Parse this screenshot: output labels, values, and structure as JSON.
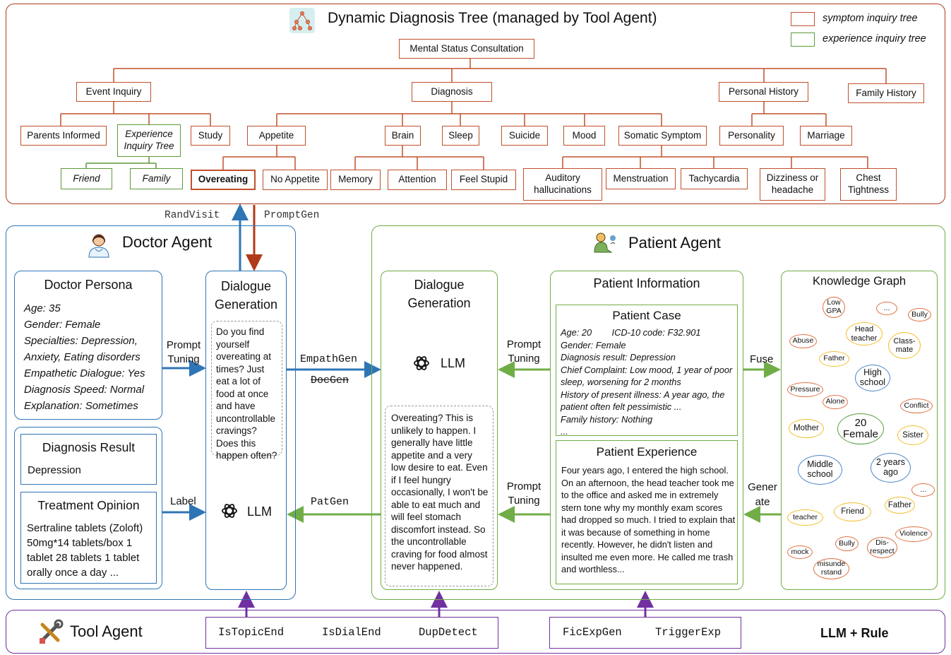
{
  "header": {
    "title": "Dynamic Diagnosis Tree (managed by Tool Agent)",
    "legend": {
      "symptom": "symptom inquiry tree",
      "experience": "experience inquiry tree"
    }
  },
  "tree": {
    "root": "Mental Status Consultation",
    "level1": [
      "Event Inquiry",
      "Diagnosis",
      "Personal History",
      "Family History"
    ],
    "event_children": [
      "Parents Informed",
      "Experience Inquiry Tree",
      "Study"
    ],
    "experience_children": [
      "Friend",
      "Family"
    ],
    "diagnosis_children": [
      "Appetite",
      "Brain",
      "Sleep",
      "Suicide",
      "Mood",
      "Somatic Symptom"
    ],
    "personal_children": [
      "Personality",
      "Marriage"
    ],
    "appetite_children": [
      "Overeating",
      "No Appetite"
    ],
    "brain_children": [
      "Memory",
      "Attention",
      "Feel Stupid"
    ],
    "somatic_children": [
      "Auditory hallucinations",
      "Menstruation",
      "Tachycardia",
      "Dizziness or headache",
      "Chest Tightness"
    ]
  },
  "flow_labels": {
    "randvisit": "RandVisit",
    "promptgen": "PromptGen",
    "prompt_tuning": "Prompt Tuning",
    "label": "Label",
    "empathgen": "EmpathGen",
    "docgen": "DocGen",
    "patgen": "PatGen",
    "fuse": "Fuse",
    "generate": "Gener ate"
  },
  "doctor": {
    "title": "Doctor Agent",
    "persona_title": "Doctor Persona",
    "persona_lines": [
      "Age: 35",
      "Gender: Female",
      "Specialties: Depression,",
      "Anxiety, Eating disorders",
      "Empathetic Dialogue: Yes",
      "Diagnosis Speed: Normal",
      "Explanation: Sometimes"
    ],
    "diagnosis_title": "Diagnosis Result",
    "diagnosis_value": "Depression",
    "treatment_title": "Treatment Opinion",
    "treatment_text": "Sertraline tablets (Zoloft) 50mg*14 tablets/box 1 tablet 28 tablets 1 tablet orally once a day ...",
    "dialogue_title": "Dialogue Generation",
    "dialogue_text": "Do you find yourself overeating at times? Just eat a lot of food at once and have uncontrollable cravings? Does this happen often?",
    "llm": "LLM"
  },
  "patient": {
    "title": "Patient Agent",
    "dialogue_title": "Dialogue Generation",
    "llm": "LLM",
    "dialogue_text": "Overeating? This is unlikely to happen. I generally have little appetite and a very low desire to eat. Even if I feel hungry occasionally, I won't be able to eat much and will feel stomach discomfort instead. So the uncontrollable craving for food almost never happened.",
    "info_title": "Patient Information",
    "case_title": "Patient Case",
    "case_lines": [
      "Age: 20        ICD-10 code: F32.901",
      "Gender: Female",
      "Diagnosis result: Depression",
      "Chief Complaint: Low mood, 1 year of poor sleep, worsening for 2 months",
      "History of present illness: A year ago, the patient often felt pessimistic ...",
      "Family history: Nothing",
      "..."
    ],
    "experience_title": "Patient Experience",
    "experience_text": "Four years ago, I entered the high school. On an afternoon, the head teacher took me to the office and asked me in extremely stern tone why my monthly exam scores had dropped so much. I tried to explain that it was because of something in home recently. However, he didn't listen and insulted me even more. He called me trash and worthless...",
    "kg_title": "Knowledge Graph"
  },
  "kg_nodes": {
    "low_gpa": "Low GPA",
    "dots1": "...",
    "bully1": "Bully",
    "head_teacher": "Head teacher",
    "classmate": "Class- mate",
    "abuse": "Abuse",
    "father1": "Father",
    "high_school": "High school",
    "pressure": "Pressure",
    "alone": "Alone",
    "conflict": "Conflict",
    "mother": "Mother",
    "center": "20 Female",
    "sister": "Sister",
    "middle_school": "Middle school",
    "two_years": "2 years ago",
    "dots2": "...",
    "father2": "Father",
    "teacher": "teacher",
    "friend": "Friend",
    "violence": "Violence",
    "mock": "mock",
    "bully2": "Bully",
    "disrespect": "Dis- respect",
    "misunderstand": "misunde rstand"
  },
  "tool": {
    "title": "Tool Agent",
    "group1": [
      "IsTopicEnd",
      "IsDialEnd",
      "DupDetect"
    ],
    "group2": [
      "FicExpGen",
      "TriggerExp"
    ],
    "rule_label": "LLM + Rule"
  },
  "colors": {
    "tree_border": "#c0502b",
    "experience_border": "#5c9a3a",
    "doctor_blue": "#2e75b6",
    "patient_green": "#70ad47",
    "tool_purple": "#7030a0"
  }
}
